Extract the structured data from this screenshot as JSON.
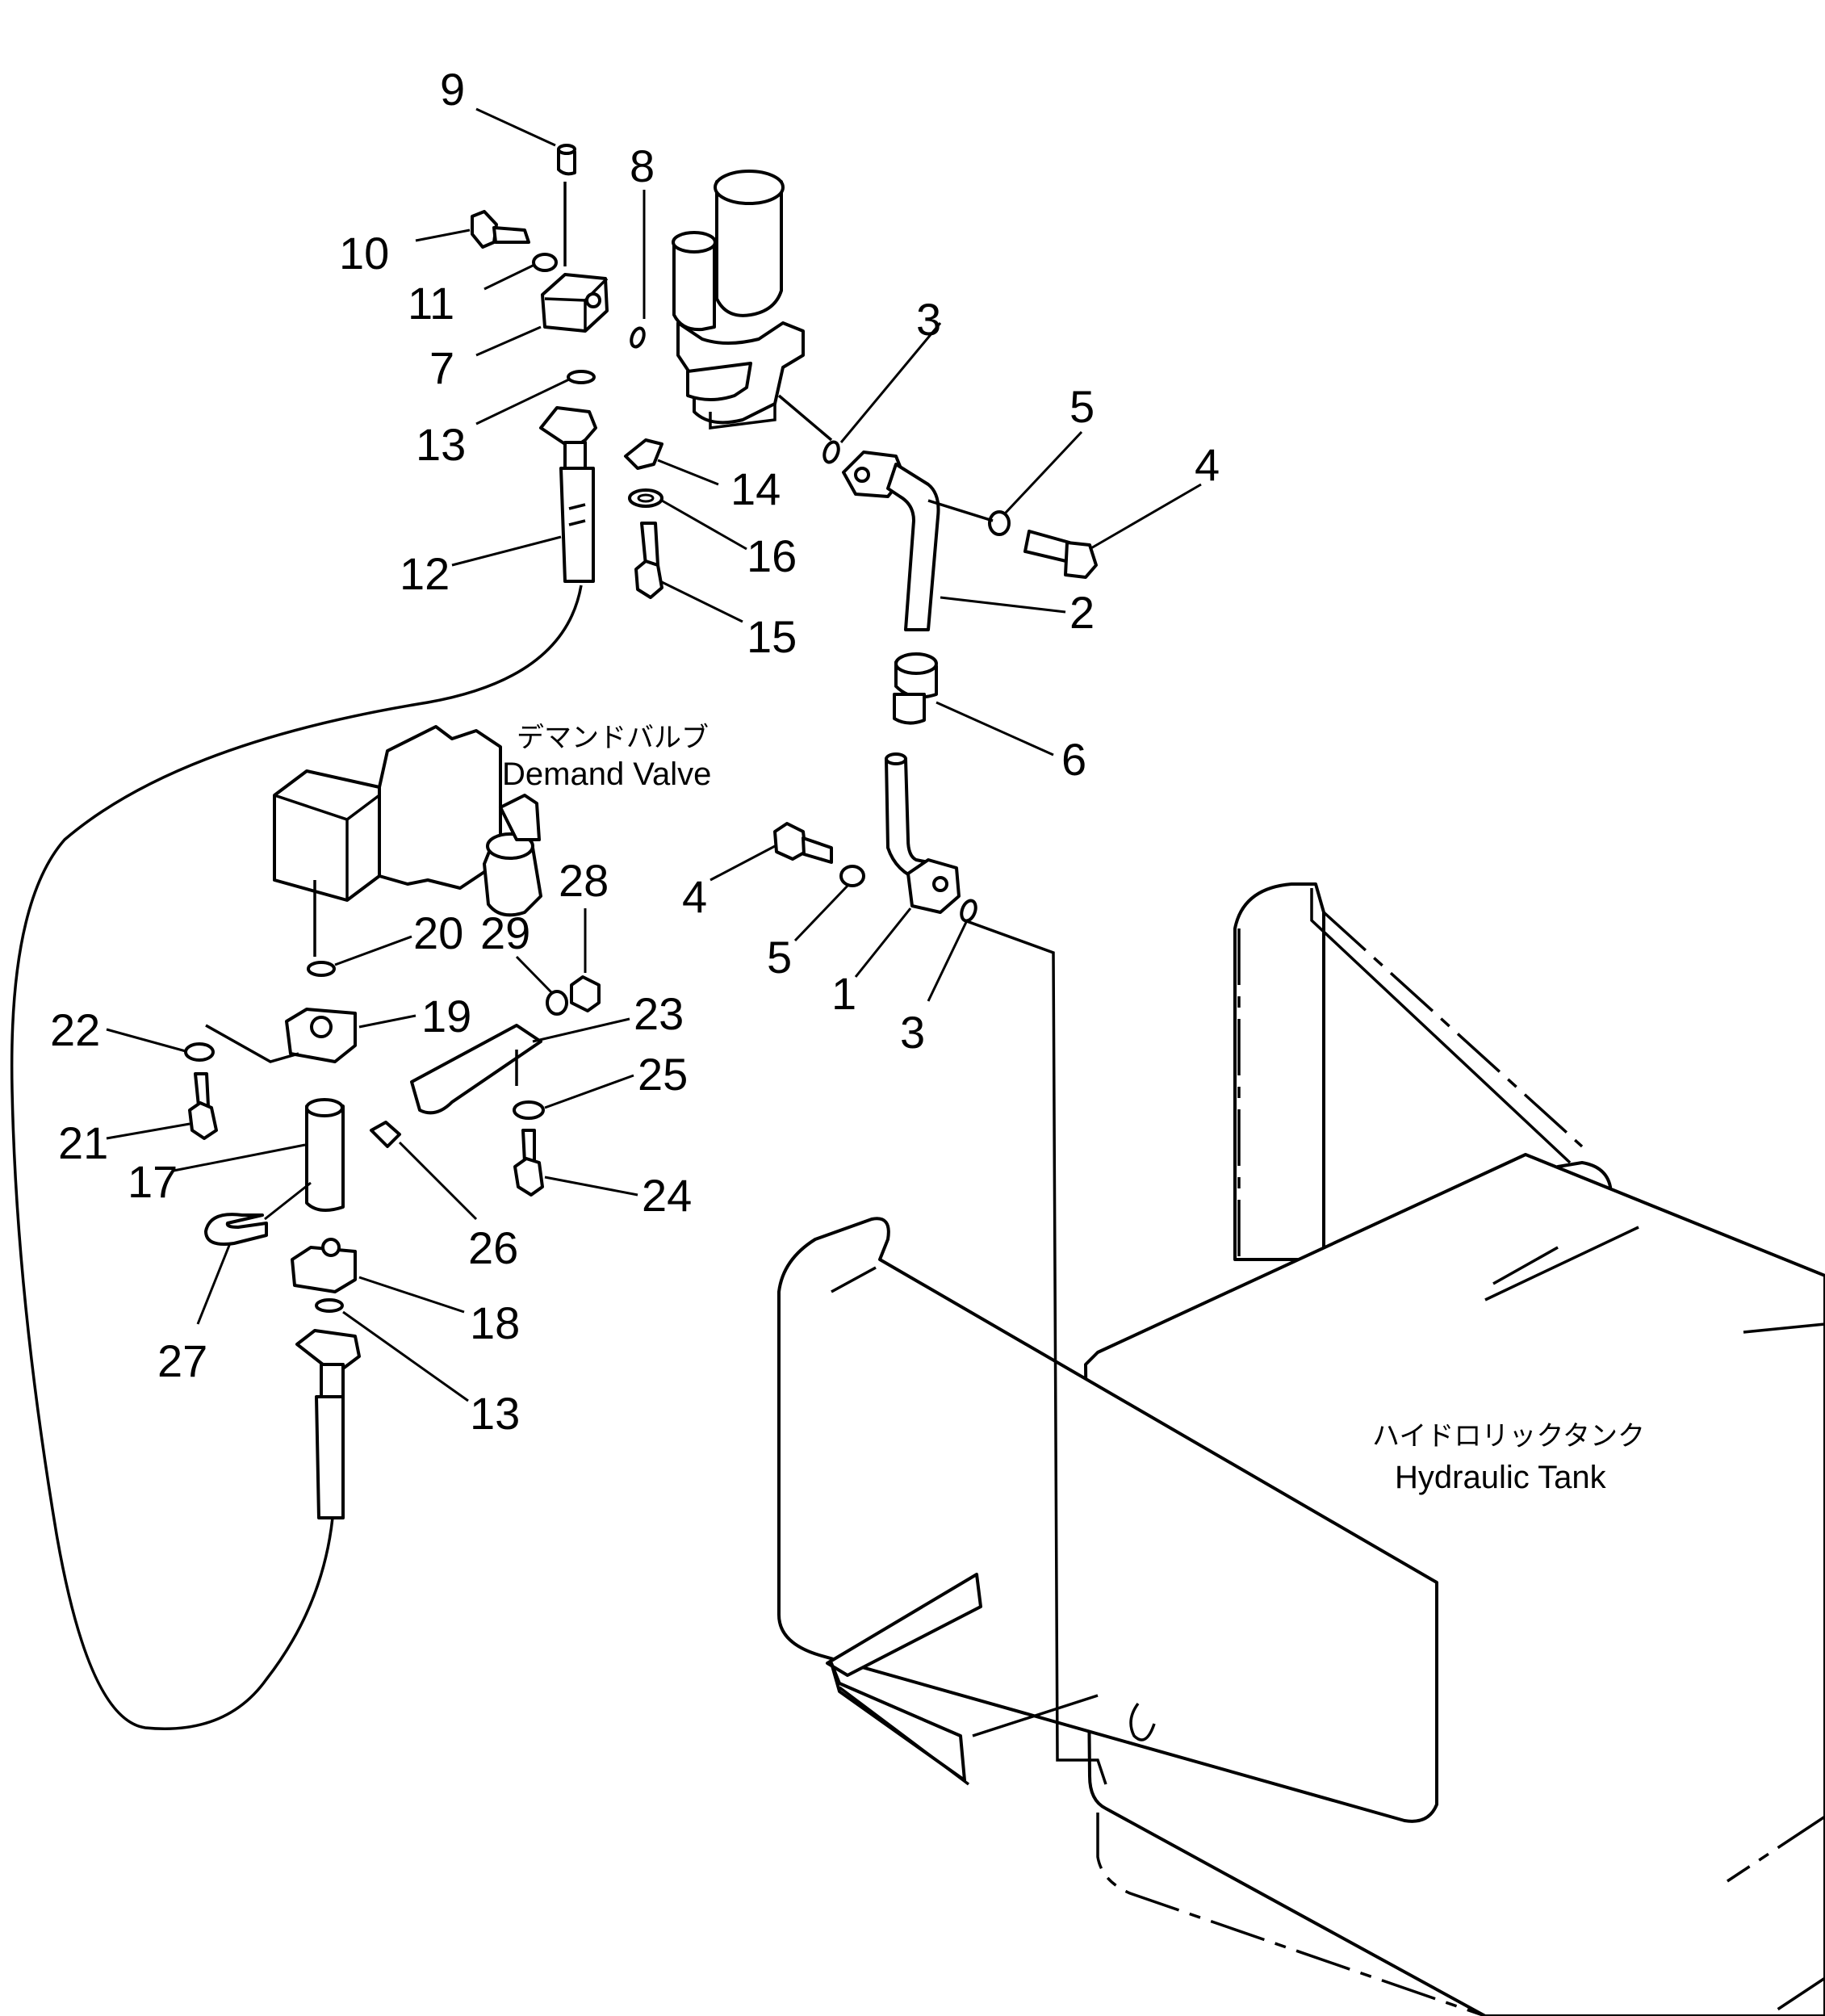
{
  "captions": {
    "demand_valve_jp": "デマンドバルブ",
    "demand_valve_en": "Demand Valve",
    "hydraulic_tank_jp": "ハイドロリックタンク",
    "hydraulic_tank_en": "Hydraulic Tank"
  },
  "callouts": [
    "9",
    "8",
    "10",
    "11",
    "7",
    "13",
    "3",
    "5",
    "4",
    "14",
    "16",
    "12",
    "15",
    "2",
    "6",
    "4",
    "5",
    "1",
    "3",
    "20",
    "29",
    "28",
    "22",
    "19",
    "23",
    "25",
    "21",
    "17",
    "24",
    "26",
    "18",
    "27",
    "13"
  ]
}
